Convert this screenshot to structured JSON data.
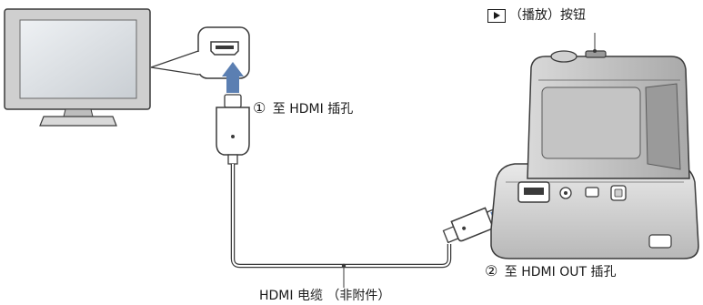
{
  "labels": {
    "play_button": "（播放）按钮",
    "step1_marker": "①",
    "step1_text": "至 HDMI 插孔",
    "step2_marker": "②",
    "step2_text": "至 HDMI OUT 插孔",
    "cable": "HDMI 电缆 （非附件）"
  },
  "icons": {
    "play": "play-icon"
  },
  "colors": {
    "arrow": "#5b7fb2",
    "outline": "#3a3a3a",
    "cable": "#808080"
  }
}
